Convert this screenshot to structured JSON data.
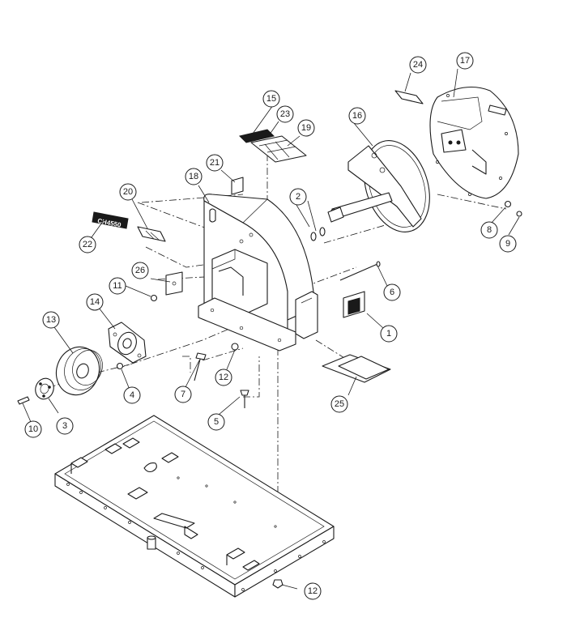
{
  "diagram": {
    "label_plate_text": "CH4550",
    "callouts": [
      {
        "id": "c1",
        "text": "1"
      },
      {
        "id": "c2",
        "text": "2"
      },
      {
        "id": "c3",
        "text": "3"
      },
      {
        "id": "c4",
        "text": "4"
      },
      {
        "id": "c5",
        "text": "5"
      },
      {
        "id": "c6",
        "text": "6"
      },
      {
        "id": "c7",
        "text": "7"
      },
      {
        "id": "c8",
        "text": "8"
      },
      {
        "id": "c9",
        "text": "9"
      },
      {
        "id": "c10",
        "text": "10"
      },
      {
        "id": "c11",
        "text": "11"
      },
      {
        "id": "c12a",
        "text": "12"
      },
      {
        "id": "c12b",
        "text": "12"
      },
      {
        "id": "c13",
        "text": "13"
      },
      {
        "id": "c14",
        "text": "14"
      },
      {
        "id": "c15",
        "text": "15"
      },
      {
        "id": "c16",
        "text": "16"
      },
      {
        "id": "c17",
        "text": "17"
      },
      {
        "id": "c18",
        "text": "18"
      },
      {
        "id": "c19",
        "text": "19"
      },
      {
        "id": "c20",
        "text": "20"
      },
      {
        "id": "c21",
        "text": "21"
      },
      {
        "id": "c22",
        "text": "22"
      },
      {
        "id": "c23",
        "text": "23"
      },
      {
        "id": "c24",
        "text": "24"
      },
      {
        "id": "c25",
        "text": "25"
      },
      {
        "id": "c26",
        "text": "26"
      }
    ]
  }
}
